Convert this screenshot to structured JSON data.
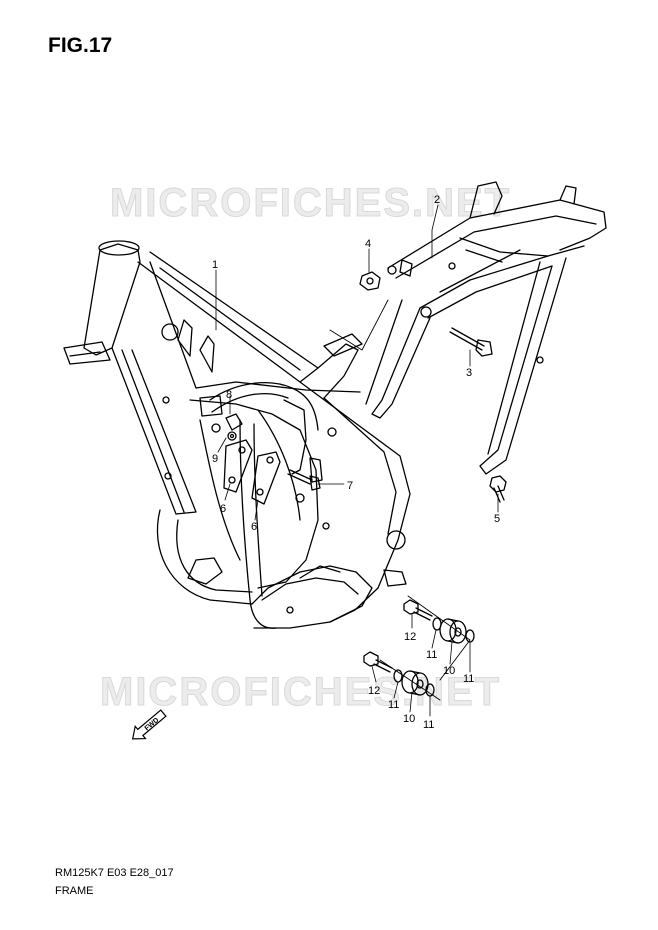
{
  "figure": {
    "title": "FIG.17",
    "model_code": "RM125K7 E03 E28_017",
    "name": "FRAME"
  },
  "watermark": {
    "text": "MICROFICHES.NET",
    "color": "#d9d9d9"
  },
  "direction_badge": {
    "text": "FWD"
  },
  "callouts": {
    "c1": "1",
    "c2": "2",
    "c3": "3",
    "c4": "4",
    "c5": "5",
    "c6a": "6",
    "c6b": "6",
    "c7": "7",
    "c8": "8",
    "c9": "9",
    "c10a": "10",
    "c10b": "10",
    "c11a": "11",
    "c11b": "11",
    "c11c": "11",
    "c11d": "11",
    "c12a": "12",
    "c12b": "12"
  }
}
